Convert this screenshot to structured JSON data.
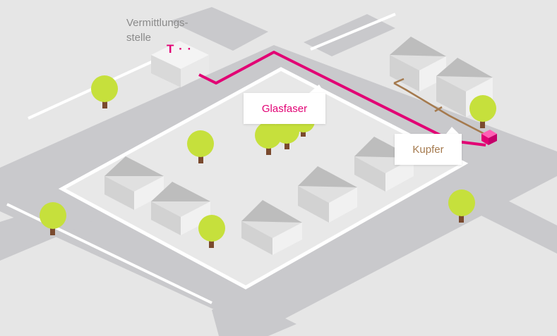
{
  "exchange": {
    "caption_line1": "Vermittlungs-",
    "caption_line2": "stelle",
    "logo_text": "T · ·"
  },
  "labels": {
    "fiber": "Glasfaser",
    "copper": "Kupfer"
  },
  "colors": {
    "fiber": "#e20074",
    "copper": "#a57a4e",
    "tree": "#c6e03c",
    "road": "#c9c9cc",
    "background": "#e6e6e6"
  }
}
